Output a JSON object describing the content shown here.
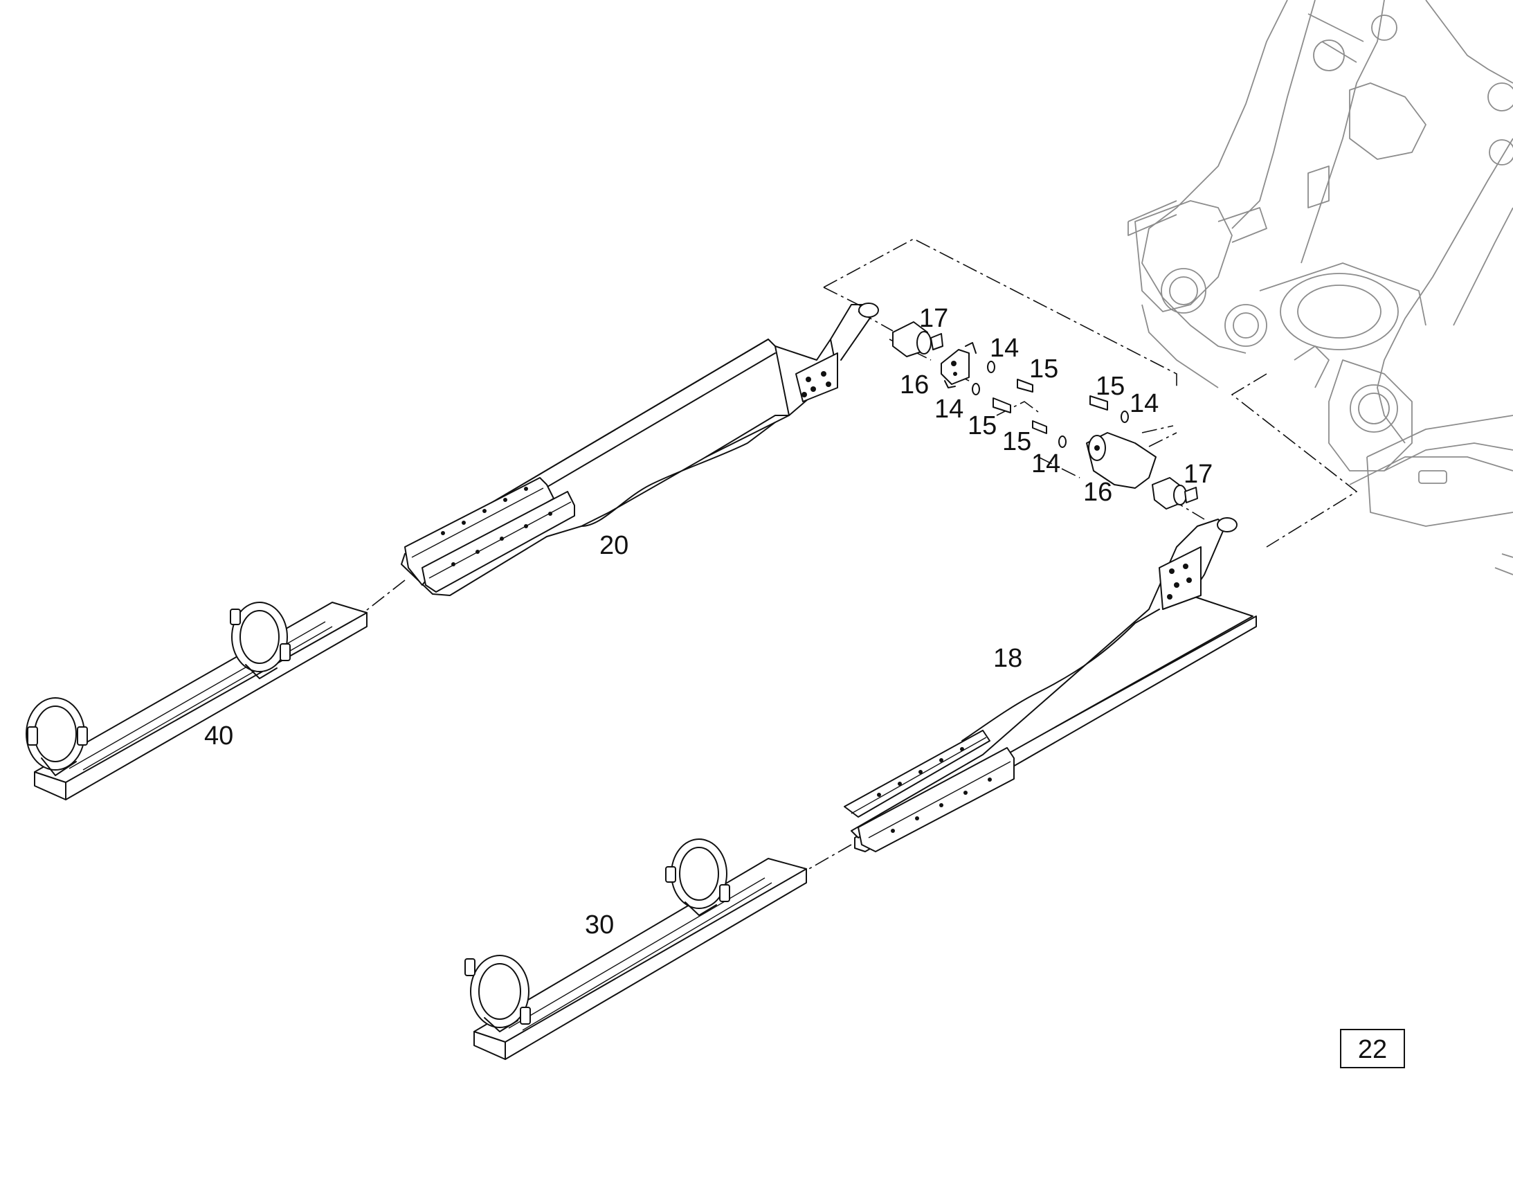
{
  "callouts": {
    "c17a": "17",
    "c14a": "14",
    "c15a": "15",
    "c16a": "16",
    "c14b": "14",
    "c15b": "15",
    "c15c": "15",
    "c14c": "14",
    "c15d": "15",
    "c14d": "14",
    "c16b": "16",
    "c17b": "17",
    "c20": "20",
    "c18": "18",
    "c40": "40",
    "c30": "30"
  },
  "page_number": "22"
}
